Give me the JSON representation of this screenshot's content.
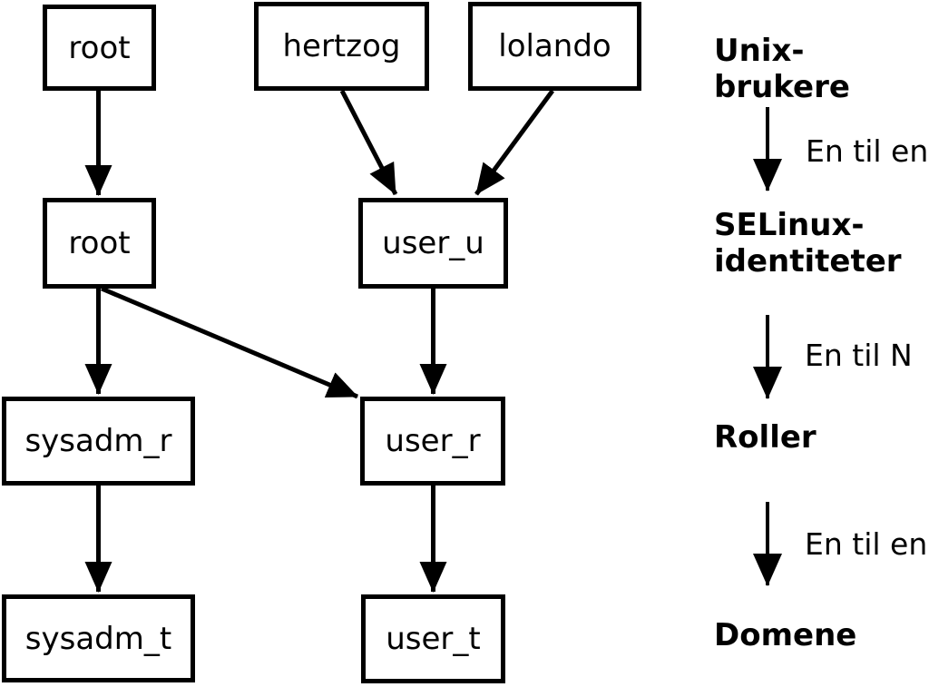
{
  "diagram": {
    "nodes": {
      "unix_root": {
        "label": "root"
      },
      "unix_hertzog": {
        "label": "hertzog"
      },
      "unix_lolando": {
        "label": "lolando"
      },
      "selinux_root": {
        "label": "root"
      },
      "selinux_user_u": {
        "label": "user_u"
      },
      "role_sysadm_r": {
        "label": "sysadm_r"
      },
      "role_user_r": {
        "label": "user_r"
      },
      "domain_sysadm_t": {
        "label": "sysadm_t"
      },
      "domain_user_t": {
        "label": "user_t"
      }
    },
    "edges": [
      {
        "from": "unix_root",
        "to": "selinux_root"
      },
      {
        "from": "unix_hertzog",
        "to": "selinux_user_u"
      },
      {
        "from": "unix_lolando",
        "to": "selinux_user_u"
      },
      {
        "from": "selinux_root",
        "to": "role_sysadm_r"
      },
      {
        "from": "selinux_root",
        "to": "role_user_r"
      },
      {
        "from": "selinux_user_u",
        "to": "role_user_r"
      },
      {
        "from": "role_sysadm_r",
        "to": "domain_sysadm_t"
      },
      {
        "from": "role_user_r",
        "to": "domain_user_t"
      }
    ],
    "legend": {
      "levels": {
        "unix_users": {
          "label": "Unix-brukere"
        },
        "selinux_identities": {
          "label": "SELinux-\nidentiteter"
        },
        "roles": {
          "label": "Roller"
        },
        "domains": {
          "label": "Domene"
        }
      },
      "relations": {
        "users_to_identities": {
          "label": "En til en"
        },
        "identities_to_roles": {
          "label": "En til N"
        },
        "roles_to_domains": {
          "label": "En til en"
        }
      }
    }
  },
  "colors": {
    "foreground": "#000000",
    "background": "#ffffff"
  }
}
